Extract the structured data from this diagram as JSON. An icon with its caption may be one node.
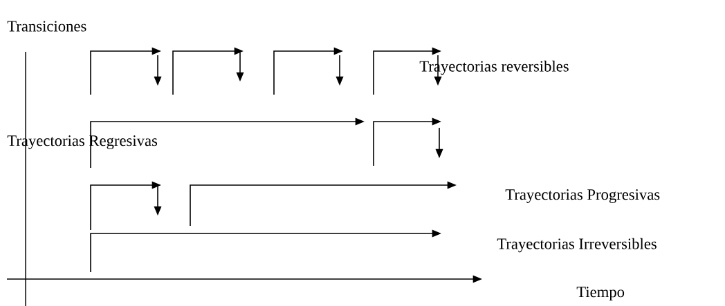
{
  "diagram": {
    "labels": [
      "Transiciones",
      "Trayectorias reversibles",
      "Trayectorias Regresivas",
      "Trayectorias Progresivas",
      "Trayectorias Irreversibles",
      "Tiempo"
    ]
  }
}
